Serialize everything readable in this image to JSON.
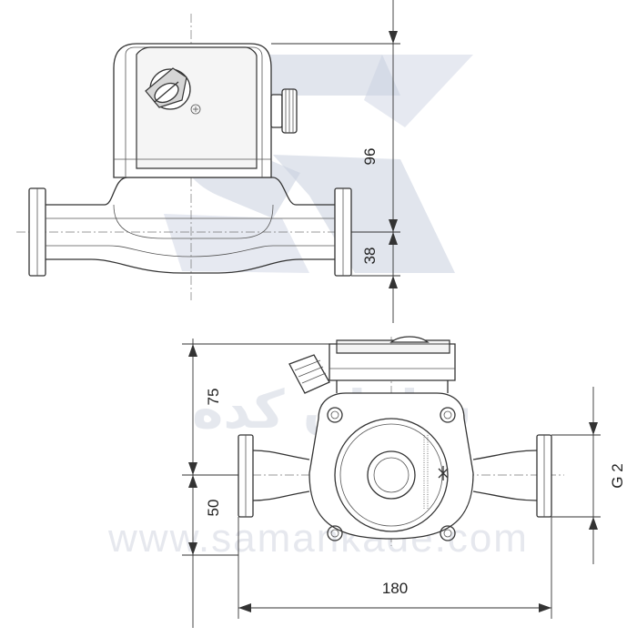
{
  "watermark": {
    "logo_text": "SK",
    "persian_text": "سامان کده",
    "url": "www.samankade.com",
    "color": "#c8cfdf"
  },
  "top_view": {
    "dimensions": {
      "height_upper": "96",
      "height_lower": "38"
    }
  },
  "front_view": {
    "dimensions": {
      "height_upper": "75",
      "height_lower": "50",
      "width": "180",
      "thread": "G 2"
    }
  }
}
